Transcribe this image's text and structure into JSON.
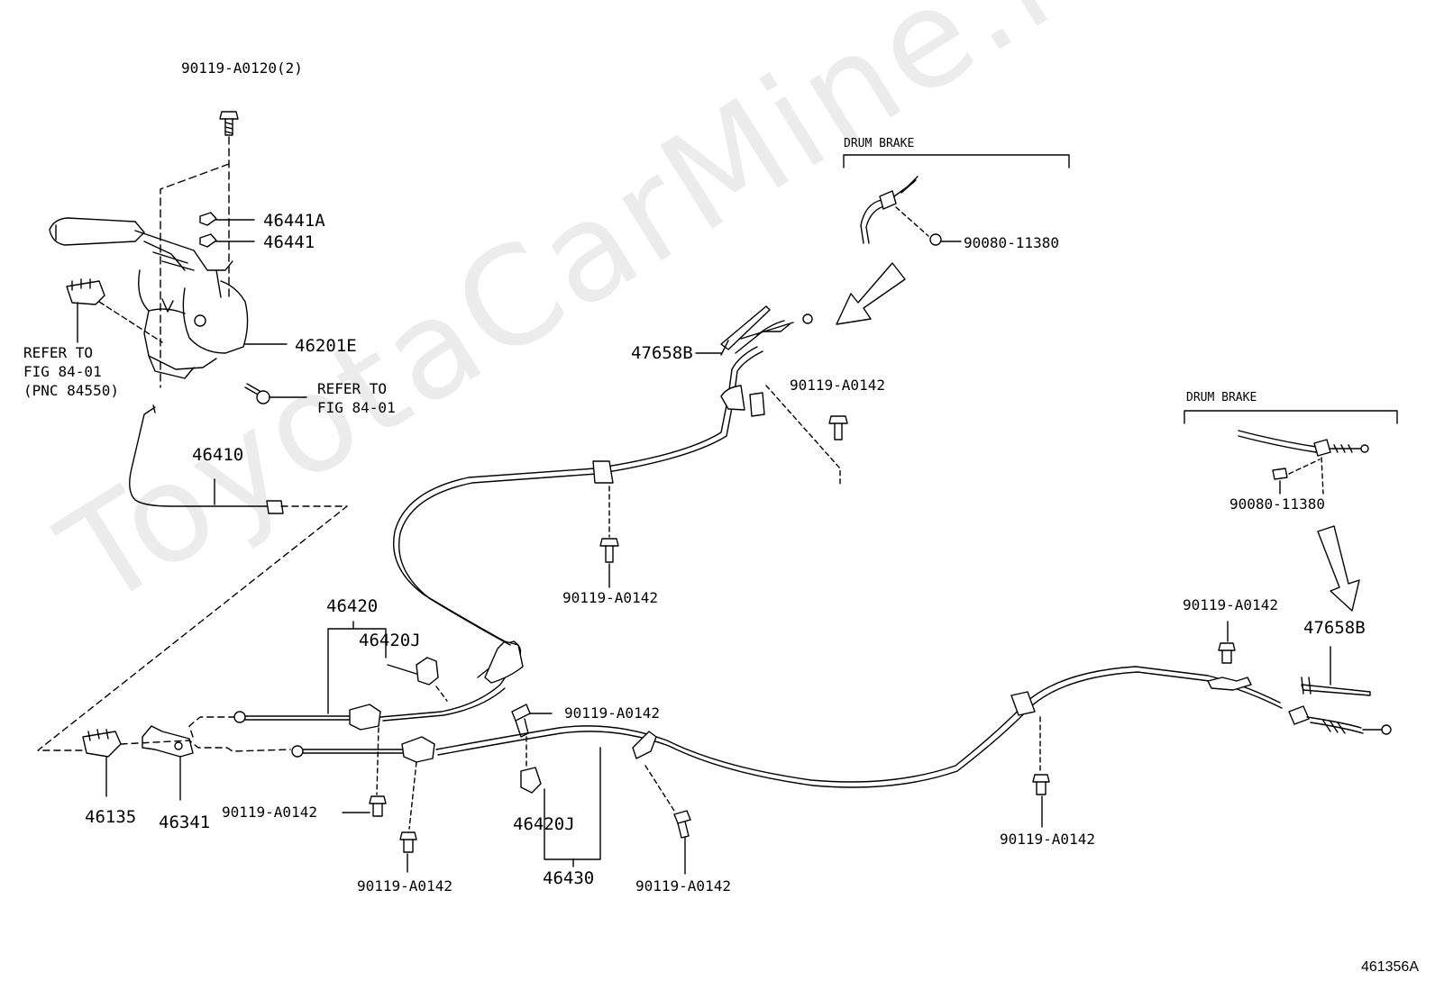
{
  "watermark": "ToyotaCarMine.ru",
  "diagram_id": "461356A",
  "groups": {
    "drum_brake_1": "DRUM BRAKE",
    "drum_brake_2": "DRUM BRAKE"
  },
  "labels": {
    "bolt_top": "90119-A0120(2)",
    "nut_a": "46441A",
    "nut": "46441",
    "lever": "46201E",
    "refer_left_1": "REFER TO",
    "refer_left_2": "FIG 84-01",
    "refer_left_3": "(PNC 84550)",
    "refer_right_1": "REFER TO",
    "refer_right_2": "FIG 84-01",
    "front_cable": "46410",
    "left_cable": "46420",
    "clamp_left": "46420J",
    "clamp_lower": "46420J",
    "right_cable": "46430",
    "equalizer": "46135",
    "bracket": "46341",
    "shoe_lever_left": "47658B",
    "shoe_lever_right": "47658B",
    "bolt_drum_1": "90080-11380",
    "bolt_drum_2": "90080-11380",
    "bolt_a": "90119-A0142",
    "bolt_b": "90119-A0142",
    "bolt_c": "90119-A0142",
    "bolt_d": "90119-A0142",
    "bolt_e": "90119-A0142",
    "bolt_f": "90119-A0142",
    "bolt_g": "90119-A0142",
    "bolt_h": "90119-A0142"
  }
}
